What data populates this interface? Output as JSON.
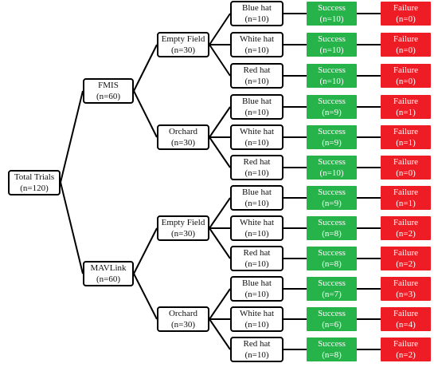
{
  "root": {
    "label": "Total Trials",
    "count": "(n=120)"
  },
  "systems": [
    {
      "label": "FMIS",
      "count": "(n=60)"
    },
    {
      "label": "MAVLink",
      "count": "(n=60)"
    }
  ],
  "environments": [
    {
      "label": "Empty Field",
      "count": "(n=30)"
    },
    {
      "label": "Orchard",
      "count": "(n=30)"
    },
    {
      "label": "Empty Field",
      "count": "(n=30)"
    },
    {
      "label": "Orchard",
      "count": "(n=30)"
    }
  ],
  "hats": [
    {
      "label": "Blue hat",
      "count": "(n=10)"
    },
    {
      "label": "White hat",
      "count": "(n=10)"
    },
    {
      "label": "Red hat",
      "count": "(n=10)"
    },
    {
      "label": "Blue hat",
      "count": "(n=10)"
    },
    {
      "label": "White hat",
      "count": "(n=10)"
    },
    {
      "label": "Red hat",
      "count": "(n=10)"
    },
    {
      "label": "Blue hat",
      "count": "(n=10)"
    },
    {
      "label": "White hat",
      "count": "(n=10)"
    },
    {
      "label": "Red hat",
      "count": "(n=10)"
    },
    {
      "label": "Blue hat",
      "count": "(n=10)"
    },
    {
      "label": "White hat",
      "count": "(n=10)"
    },
    {
      "label": "Red hat",
      "count": "(n=10)"
    }
  ],
  "success": [
    {
      "label": "Success",
      "count": "(n=10)"
    },
    {
      "label": "Success",
      "count": "(n=10)"
    },
    {
      "label": "Success",
      "count": "(n=10)"
    },
    {
      "label": "Success",
      "count": "(n=9)"
    },
    {
      "label": "Success",
      "count": "(n=9)"
    },
    {
      "label": "Success",
      "count": "(n=10)"
    },
    {
      "label": "Success",
      "count": "(n=9)"
    },
    {
      "label": "Success",
      "count": "(n=8)"
    },
    {
      "label": "Success",
      "count": "(n=8)"
    },
    {
      "label": "Success",
      "count": "(n=7)"
    },
    {
      "label": "Success",
      "count": "(n=6)"
    },
    {
      "label": "Success",
      "count": "(n=8)"
    }
  ],
  "failure": [
    {
      "label": "Failure",
      "count": "(n=0)"
    },
    {
      "label": "Failure",
      "count": "(n=0)"
    },
    {
      "label": "Failure",
      "count": "(n=0)"
    },
    {
      "label": "Failure",
      "count": "(n=1)"
    },
    {
      "label": "Failure",
      "count": "(n=1)"
    },
    {
      "label": "Failure",
      "count": "(n=0)"
    },
    {
      "label": "Failure",
      "count": "(n=1)"
    },
    {
      "label": "Failure",
      "count": "(n=2)"
    },
    {
      "label": "Failure",
      "count": "(n=2)"
    },
    {
      "label": "Failure",
      "count": "(n=3)"
    },
    {
      "label": "Failure",
      "count": "(n=4)"
    },
    {
      "label": "Failure",
      "count": "(n=2)"
    }
  ],
  "colors": {
    "success": "#25b34a",
    "failure": "#ee1c24",
    "border": "#000000"
  }
}
